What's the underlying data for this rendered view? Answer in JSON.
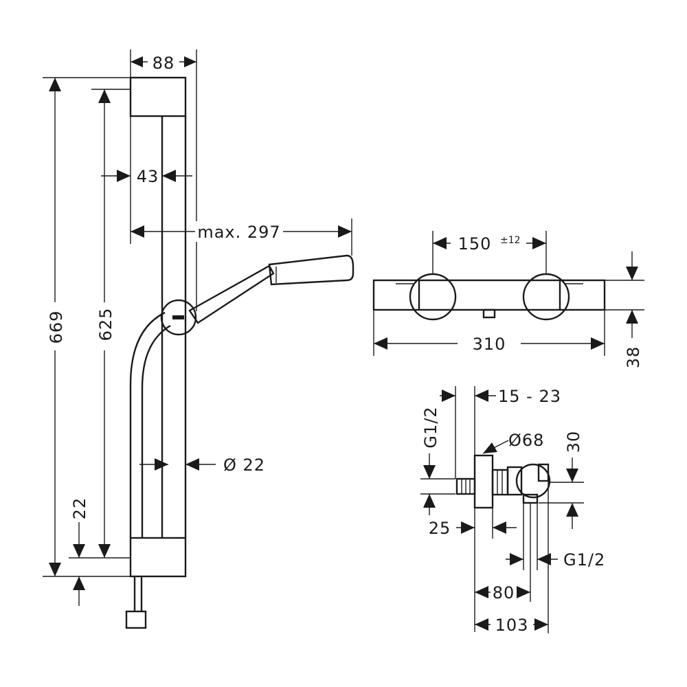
{
  "rail_set": {
    "width": "88",
    "height_total": "669",
    "height_rail": "625",
    "rail_offset": "43",
    "reach": "max. 297",
    "rail_diameter": "Ø 22",
    "bottom_offset": "22"
  },
  "thermostat_front": {
    "centers": "150",
    "centers_tolerance": "±12",
    "length": "310",
    "depth": "38"
  },
  "thermostat_side": {
    "inlet_thread": "G1/2",
    "eccentric_range": "15 - 23",
    "knob_diameter": "Ø68",
    "height_offset": "30",
    "wall_offset": "25",
    "outlet_thread": "G1/2",
    "depth_outlet": "80",
    "depth_total": "103"
  }
}
